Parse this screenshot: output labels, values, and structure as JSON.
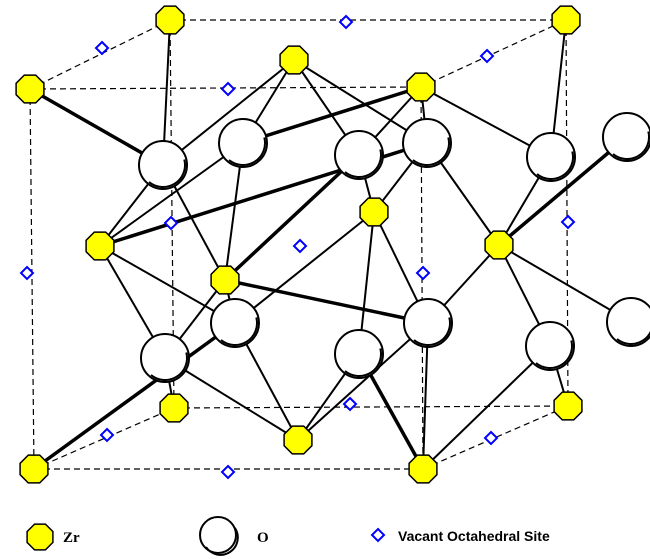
{
  "diagram": {
    "colors": {
      "zr_fill": "#ffff00",
      "zr_stroke": "#000000",
      "oxygen_fill": "#ffffff",
      "vacancy_stroke": "#0000ff",
      "bond": "#000000",
      "cell_edge": "#000000"
    },
    "legend": {
      "zr_label": "Zr",
      "o_label": "O",
      "vacancy_label": "Vacant Octahedral Site"
    }
  }
}
